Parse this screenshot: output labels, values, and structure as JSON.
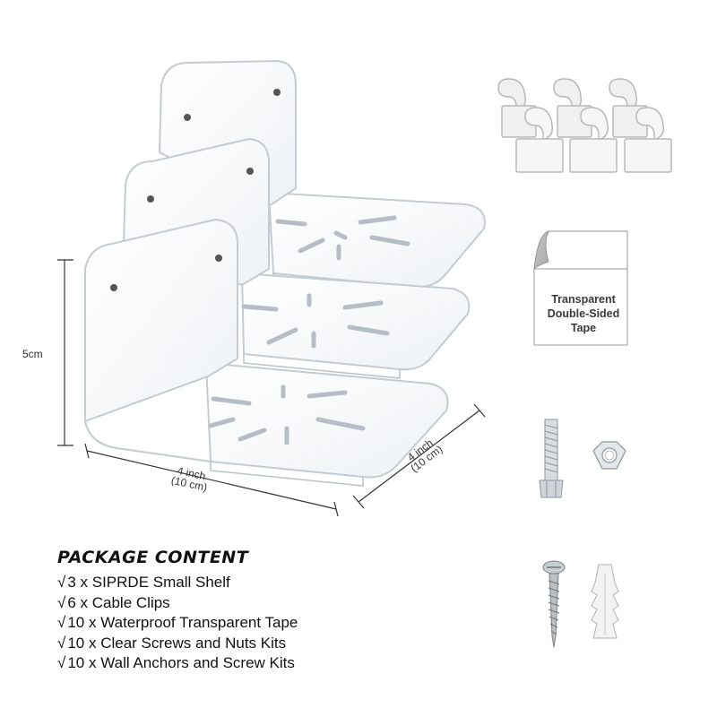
{
  "dimensions": {
    "height": "5cm",
    "width": [
      "4 inch",
      "(10 cm)"
    ],
    "depth": [
      "4 inch",
      "(10 cm)"
    ]
  },
  "tape_label": [
    "Transparent",
    "Double-Sided",
    "Tape"
  ],
  "package": {
    "title": "PACKAGE CONTENT",
    "check_mark": "√",
    "items": [
      "3 x SIPRDE Small Shelf",
      "6 x Cable Clips",
      "10 x Waterproof Transparent Tape",
      "10 x Clear Screws and Nuts Kits",
      "10 x Wall Anchors and Screw Kits"
    ]
  },
  "colors": {
    "acrylic_edge": "#c9d3da",
    "acrylic_fill": "#f7f9fb",
    "accent_text": "#111111"
  }
}
